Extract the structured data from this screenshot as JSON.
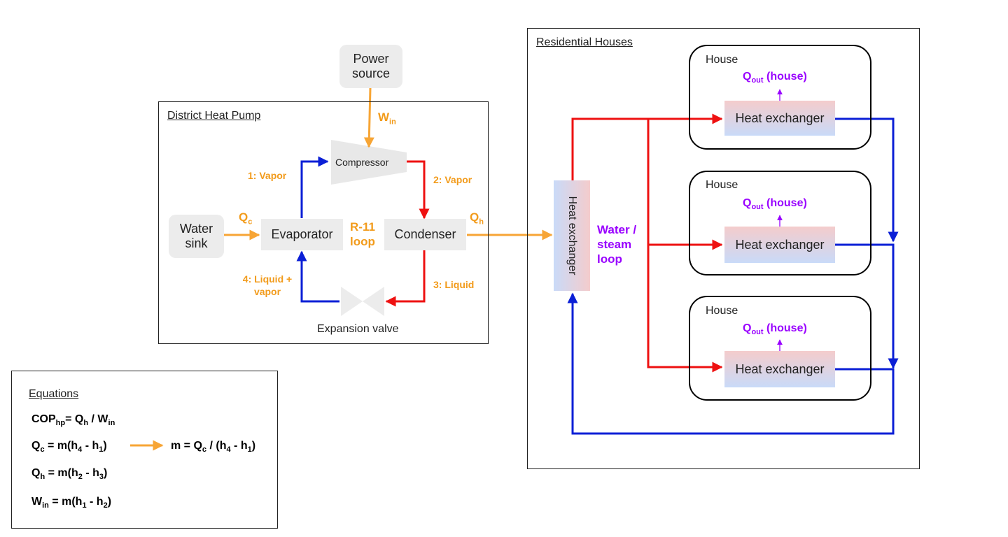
{
  "colors": {
    "hot": "#ee1111",
    "cold": "#0b1fd6",
    "work": "#f7a535",
    "water": "#9900ff",
    "border": "#222222"
  },
  "district": {
    "title": "District Heat Pump",
    "power_source": "Power source",
    "w_in_sym": "W",
    "w_in_sub": "in",
    "compressor": "Compressor",
    "water_sink": "Water sink",
    "qc_sym": "Q",
    "qc_sub": "c",
    "evaporator": "Evaporator",
    "condenser": "Condenser",
    "loop_label": "R-11 loop",
    "qh_sym": "Q",
    "qh_sub": "h",
    "state1": "1: Vapor",
    "state2": "2: Vapor",
    "state3": "3: Liquid",
    "state4": "4: Liquid + vapor",
    "expansion_valve": "Expansion valve"
  },
  "residential": {
    "title": "Residential Houses",
    "main_hx": "Heat exchanger",
    "water_loop": "Water / steam loop",
    "houses": [
      {
        "label": "House",
        "q_sym": "Q",
        "q_sub": "out",
        "q_rest": "(house)",
        "hx": "Heat exchanger"
      },
      {
        "label": "House",
        "q_sym": "Q",
        "q_sub": "out",
        "q_rest": "(house)",
        "hx": "Heat exchanger"
      },
      {
        "label": "House",
        "q_sym": "Q",
        "q_sub": "out",
        "q_rest": "(house)",
        "hx": "Heat exchanger"
      }
    ]
  },
  "equations": {
    "title": "Equations",
    "cop": {
      "a": "COP",
      "a_sub": "hp",
      "b": "= Q",
      "b_sub": "h",
      "c": " / W",
      "c_sub": "in"
    },
    "qc": {
      "a": "Q",
      "a_sub": "c",
      "b": " = m(h",
      "b_sub": "4",
      "c": " - h",
      "c_sub": "1",
      "d": ")"
    },
    "m": {
      "a": "m = Q",
      "a_sub": "c",
      "b": " / (h",
      "b_sub": "4",
      "c": " - h",
      "c_sub": "1",
      "d": ")"
    },
    "qh": {
      "a": "Q",
      "a_sub": "h",
      "b": " = m(h",
      "b_sub": "2",
      "c": " - h",
      "c_sub": "3",
      "d": ")"
    },
    "win": {
      "a": "W",
      "a_sub": "in",
      "b": " = m(h",
      "b_sub": "1",
      "c": " - h",
      "c_sub": "2",
      "d": ")"
    }
  }
}
